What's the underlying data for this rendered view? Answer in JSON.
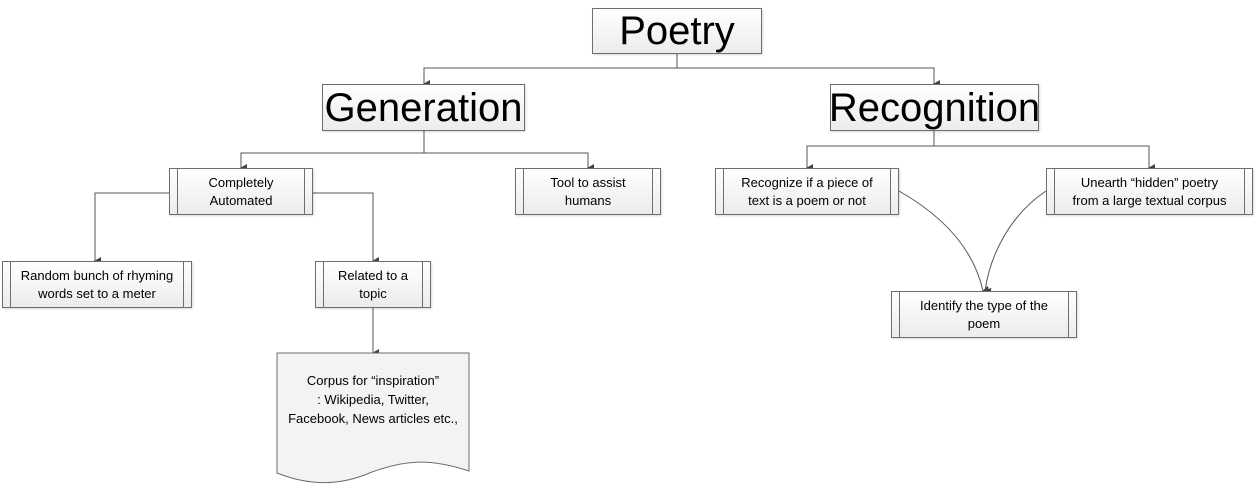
{
  "nodes": {
    "poetry": "Poetry",
    "generation": "Generation",
    "recognition": "Recognition",
    "completely_automated": "Completely\nAutomated",
    "tool_to_assist": "Tool to assist\nhumans",
    "random_rhyming": "Random bunch of rhyming\nwords set to a meter",
    "related_topic": "Related to a\ntopic",
    "corpus_inspiration": "Corpus for “inspiration”\n: Wikipedia, Twitter,\nFacebook, News articles etc.,",
    "recognize_poem": "Recognize if a piece of\ntext is a poem or not",
    "unearth_hidden": "Unearth “hidden” poetry\nfrom a large textual corpus",
    "identify_type": "Identify the type of the\npoem"
  }
}
